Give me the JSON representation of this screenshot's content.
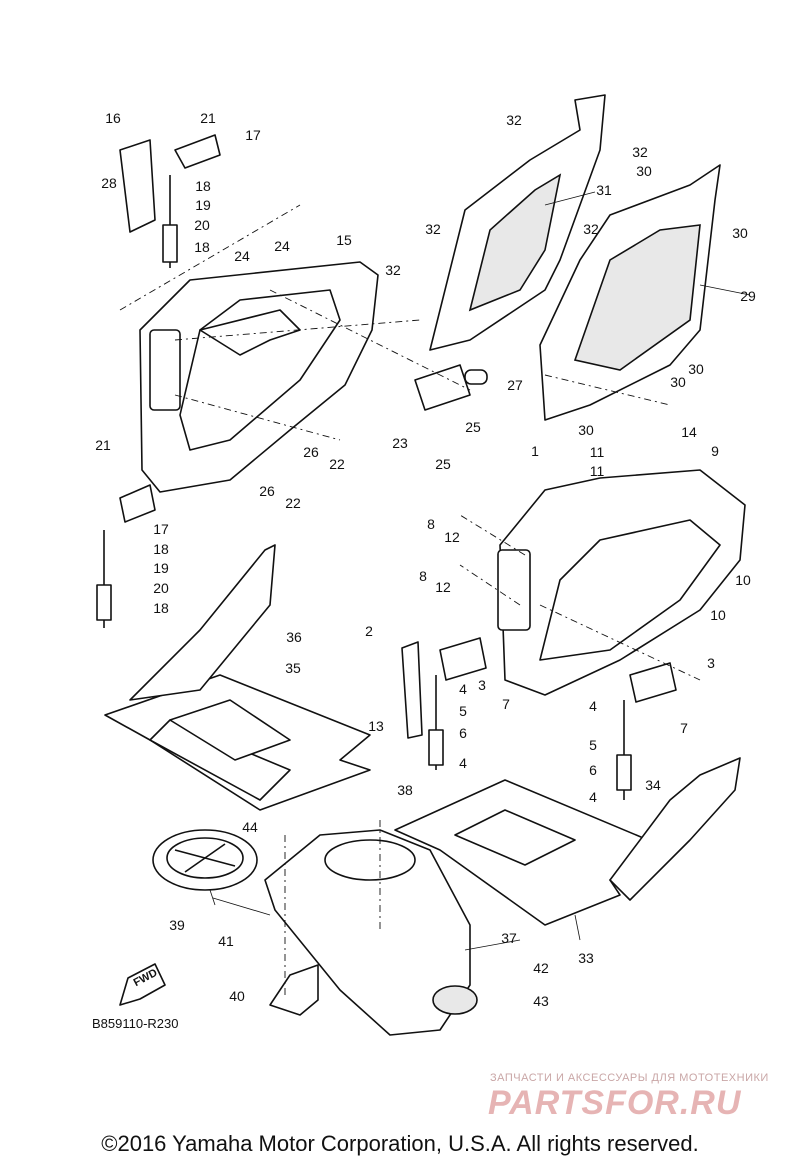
{
  "diagram": {
    "reference_code": "B859110-R230",
    "fwd_label": "FWD",
    "part_numbers": {
      "p1": "1",
      "p2": "2",
      "p3a": "3",
      "p3b": "3",
      "p4a": "4",
      "p4b": "4",
      "p4c": "4",
      "p4d": "4",
      "p5a": "5",
      "p5b": "5",
      "p6a": "6",
      "p6b": "6",
      "p7a": "7",
      "p7b": "7",
      "p8a": "8",
      "p8b": "8",
      "p9": "9",
      "p10a": "10",
      "p10b": "10",
      "p11a": "11",
      "p11b": "11",
      "p12a": "12",
      "p12b": "12",
      "p13": "13",
      "p14": "14",
      "p15": "15",
      "p16": "16",
      "p17a": "17",
      "p17b": "17",
      "p18a": "18",
      "p18b": "18",
      "p18c": "18",
      "p18d": "18",
      "p19a": "19",
      "p19b": "19",
      "p20a": "20",
      "p20b": "20",
      "p21a": "21",
      "p21b": "21",
      "p22a": "22",
      "p22b": "22",
      "p23": "23",
      "p24a": "24",
      "p24b": "24",
      "p25a": "25",
      "p25b": "25",
      "p26a": "26",
      "p26b": "26",
      "p27": "27",
      "p28": "28",
      "p29": "29",
      "p30a": "30",
      "p30b": "30",
      "p30c": "30",
      "p30d": "30",
      "p30e": "30",
      "p31": "31",
      "p32a": "32",
      "p32b": "32",
      "p32c": "32",
      "p32d": "32",
      "p32e": "32",
      "p33": "33",
      "p34": "34",
      "p35": "35",
      "p36": "36",
      "p37": "37",
      "p38": "38",
      "p39": "39",
      "p40": "40",
      "p41": "41",
      "p42": "42",
      "p43": "43",
      "p44": "44"
    }
  },
  "watermark": {
    "tagline": "ЗАПЧАСТИ И АКСЕССУАРЫ ДЛЯ МОТОТЕХНИКИ",
    "logo_text": "PARTSFOR.RU",
    "color": "#e6b4b4"
  },
  "footer": {
    "copyright": "©2016 Yamaha Motor Corporation, U.S.A. All rights reserved."
  }
}
